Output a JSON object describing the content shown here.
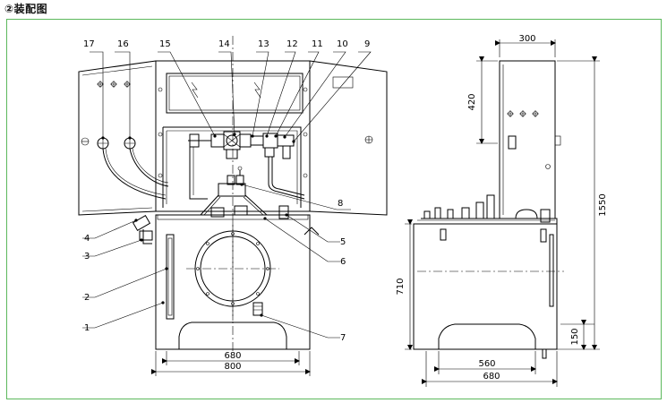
{
  "heading": "②装配图",
  "front_view": {
    "callouts": [
      "1",
      "2",
      "3",
      "4",
      "5",
      "6",
      "7",
      "8",
      "9",
      "10",
      "11",
      "12",
      "13",
      "14",
      "15",
      "16",
      "17"
    ],
    "dim_inner_width": "680",
    "dim_outer_width": "800"
  },
  "side_view": {
    "dim_top_width": "300",
    "dim_upper_height": "420",
    "dim_total_height": "1550",
    "dim_tank_height": "710",
    "dim_base_height": "150",
    "dim_foot_width": "560",
    "dim_bottom_width": "680"
  },
  "colors": {
    "frame": "#5cb85c",
    "line": "#000000"
  }
}
